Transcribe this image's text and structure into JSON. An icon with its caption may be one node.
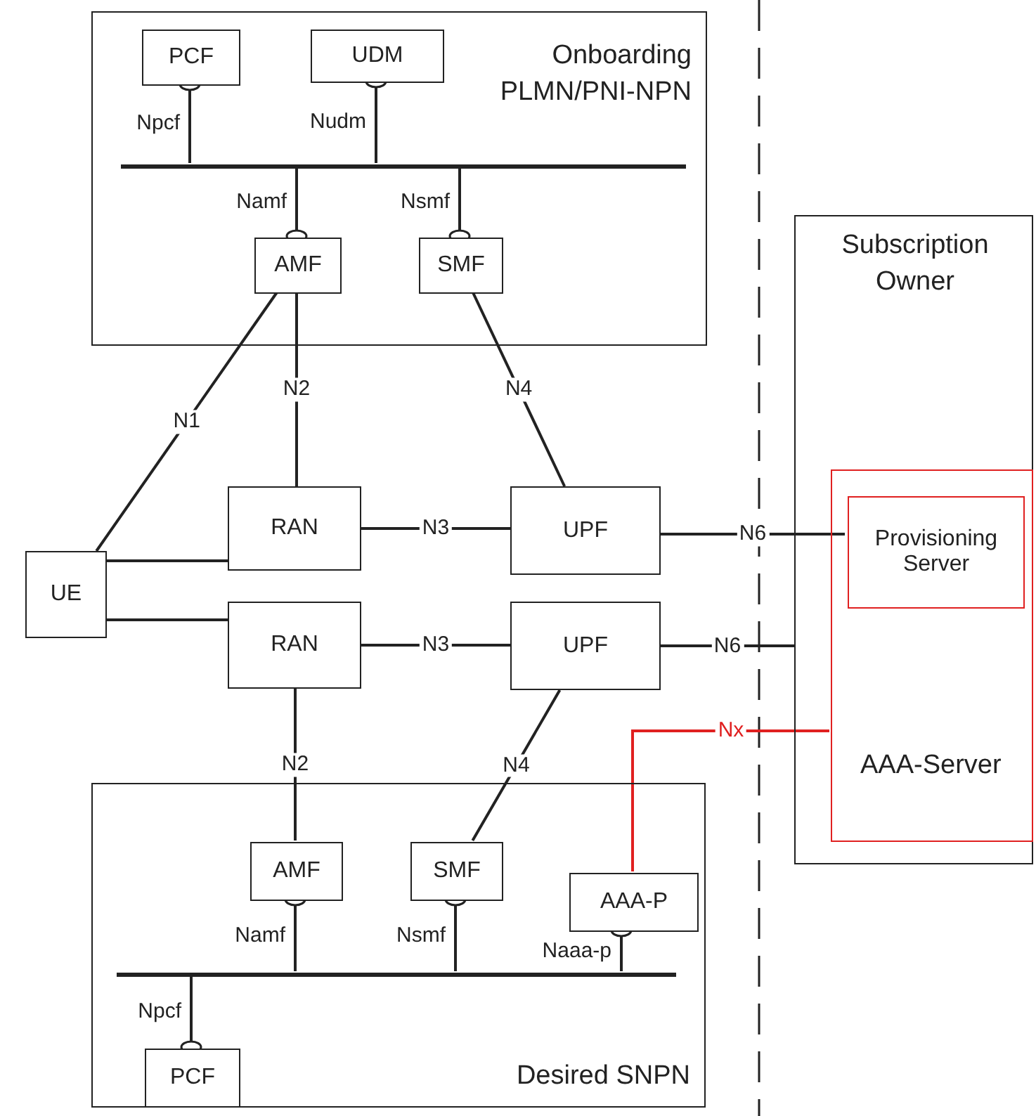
{
  "diagram": {
    "nodes": [
      {
        "text": [
          "Onboarding PLMN/PNI-NPN"
        ]
      },
      {
        "text": [
          "PCF"
        ],
        "in": 0
      },
      {
        "text": [
          "UDM"
        ],
        "in": 0
      },
      {
        "text": [],
        "shape": "bar",
        "in": 0
      },
      {
        "text": [
          "AMF"
        ],
        "in": 0
      },
      {
        "text": [
          "SMF"
        ],
        "in": 0
      },
      {
        "text": [
          "Subscription Owner"
        ]
      },
      {
        "text": [
          "AAA-Server"
        ],
        "in": 6
      },
      {
        "text": [
          "Provisioning Server"
        ],
        "in": 7
      },
      {
        "text": [
          "RAN"
        ]
      },
      {
        "text": [
          "UPF"
        ]
      },
      {
        "text": [
          "UE"
        ]
      },
      {
        "text": [
          "RAN"
        ]
      },
      {
        "text": [
          "UPF"
        ]
      },
      {
        "text": [
          "Desired SNPN"
        ]
      },
      {
        "text": [
          "AMF"
        ],
        "in": 14
      },
      {
        "text": [
          "SMF"
        ],
        "in": 14
      },
      {
        "text": [
          "AAA-P"
        ],
        "in": 14
      },
      {
        "text": [],
        "shape": "bar",
        "in": 14
      },
      {
        "text": [
          "PCF"
        ],
        "in": 14
      }
    ],
    "edges": [
      {
        "from": 1,
        "to": 3,
        "arrow": "other",
        "label": "Npcf"
      },
      {
        "from": 2,
        "to": 3,
        "arrow": "other",
        "label": "Nudm"
      },
      {
        "from": 4,
        "to": 3,
        "arrow": "other",
        "label": "Namf"
      },
      {
        "from": 5,
        "to": 3,
        "arrow": "other",
        "label": "Nsmf"
      },
      {
        "from": 11,
        "to": 4,
        "arrow": "none",
        "label": "N1"
      },
      {
        "from": 9,
        "to": 4,
        "arrow": "none",
        "label": "N2"
      },
      {
        "from": 10,
        "to": 5,
        "arrow": "none",
        "label": "N4"
      },
      {
        "from": 11,
        "to": 9,
        "arrow": "none"
      },
      {
        "from": 11,
        "to": 12,
        "arrow": "none"
      },
      {
        "from": 9,
        "to": 10,
        "arrow": "none",
        "label": "N3"
      },
      {
        "from": 12,
        "to": 13,
        "arrow": "none",
        "label": "N3"
      },
      {
        "from": 10,
        "to": 8,
        "arrow": "none",
        "label": "N6"
      },
      {
        "from": 13,
        "to": 6,
        "arrow": "none",
        "label": "N6"
      },
      {
        "from": 12,
        "to": 15,
        "arrow": "none",
        "label": "N2"
      },
      {
        "from": 13,
        "to": 16,
        "arrow": "none",
        "label": "N4"
      },
      {
        "from": 17,
        "to": 7,
        "arrow": "none",
        "label": "Nx",
        "color": "#e02020"
      },
      {
        "from": 15,
        "to": 18,
        "arrow": "other",
        "label": "Namf"
      },
      {
        "from": 16,
        "to": 18,
        "arrow": "other",
        "label": "Nsmf"
      },
      {
        "from": 17,
        "to": 18,
        "arrow": "other",
        "label": "Naaa-p"
      },
      {
        "from": 19,
        "to": 18,
        "arrow": "other",
        "label": "Npcf"
      }
    ]
  }
}
